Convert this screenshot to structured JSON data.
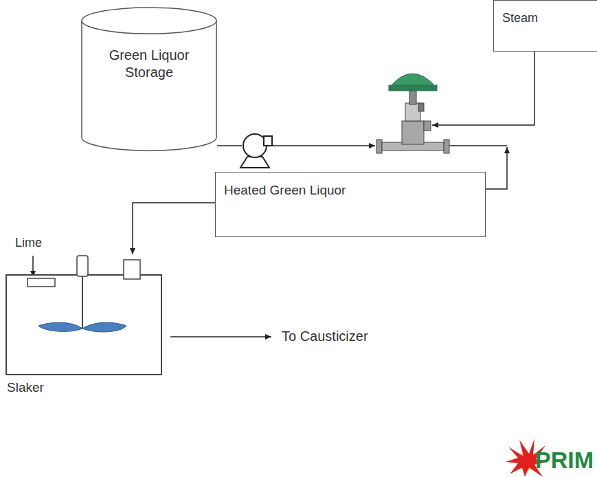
{
  "diagram": {
    "nodes": [
      {
        "text": [
          "Green Liquor Storage"
        ]
      },
      {
        "text": [
          "Steam"
        ]
      },
      {
        "text": [
          "Heated Green Liquor"
        ]
      },
      {
        "text": [
          "Slaker"
        ]
      }
    ],
    "edges": [
      {
        "from": 2,
        "to": 3,
        "arrow": "to"
      }
    ],
    "labels": [
      "Lime",
      "To Causticizer",
      "PRIM"
    ]
  }
}
